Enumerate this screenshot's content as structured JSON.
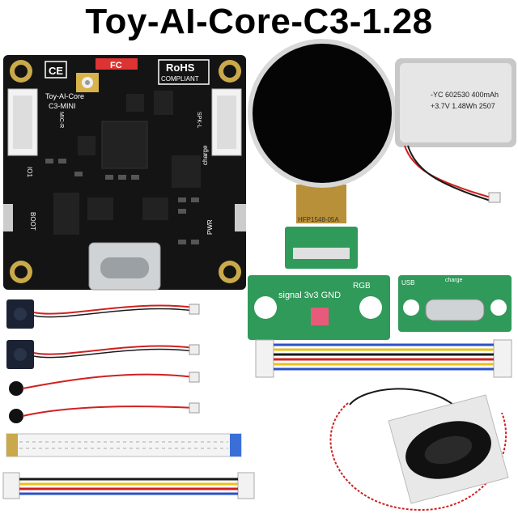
{
  "title": "Toy-AI-Core-C3-1.28",
  "main_board": {
    "name": "Toy-AI-Core",
    "model": "C3-MINI",
    "mic_label": "MIC-R",
    "spk_label": "SPK-L",
    "io_label": "IO1",
    "boot_label": "BOOT",
    "charge_label": "charge",
    "pwr_label": "PWR",
    "ce_mark": "CE",
    "rohs_label": "RoHS",
    "compliant_label": "COMPLIANT",
    "fcc_label": "FC"
  },
  "display": {
    "fpc_label": "HFP1548-05A"
  },
  "battery": {
    "line1": "-YC 602530 400mAh",
    "line2": "+3.7V 1.48Wh 2507"
  },
  "rgb_board": {
    "title": "RGB",
    "pins": "signal 3v3 GND"
  },
  "usb_board": {
    "usb_label": "USB",
    "charge_label": "charge"
  },
  "colors": {
    "pcb_black": "#141414",
    "pcb_green": "#2f9a5a",
    "wire_red": "#d02020",
    "wire_black": "#1a1a1a",
    "wire_yellow": "#e6c21a",
    "wire_blue": "#2a52c8"
  }
}
